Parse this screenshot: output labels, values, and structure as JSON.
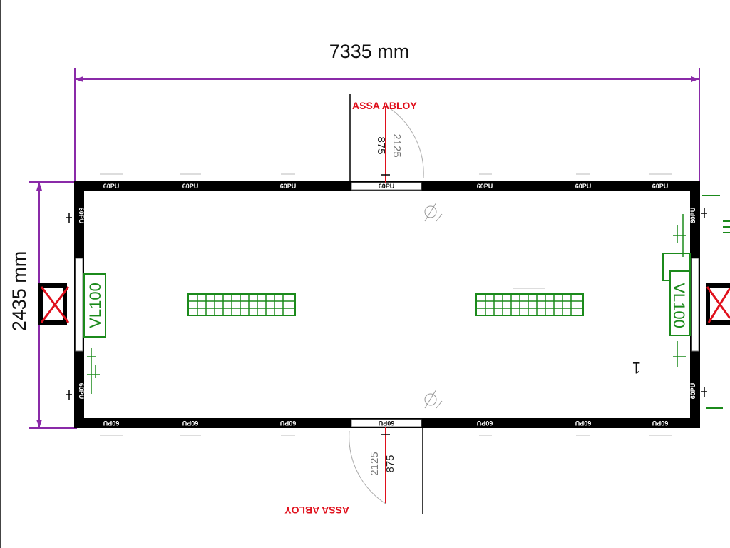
{
  "dimensions": {
    "width_label": "7335 mm",
    "height_label": "2435 mm"
  },
  "doors": {
    "top": {
      "brand": "ASSA ABLOY",
      "label_a": "875",
      "label_b": "2125"
    },
    "bottom": {
      "brand": "ASSA ABLOY",
      "label_a": "875",
      "label_b": "2125"
    }
  },
  "wall_labels": {
    "top": [
      "60PU",
      "60PU",
      "60PU",
      "60PU",
      "60PU",
      "60PU",
      "60PU"
    ],
    "bottom": [
      "60PU",
      "60PU",
      "60PU",
      "60PU",
      "60PU",
      "60PU",
      "60PU"
    ],
    "left": [
      "60PU",
      "60PU"
    ],
    "right": [
      "60PU",
      "60PU"
    ]
  },
  "units": {
    "left": "VL100",
    "right": "VL100"
  },
  "marker": {
    "text": "1"
  },
  "colors": {
    "dimension": "#8a2aa8",
    "wall": "#000000",
    "brand": "#e0101c",
    "equipment": "#1b8a1b",
    "blocked": "#e0101c"
  }
}
